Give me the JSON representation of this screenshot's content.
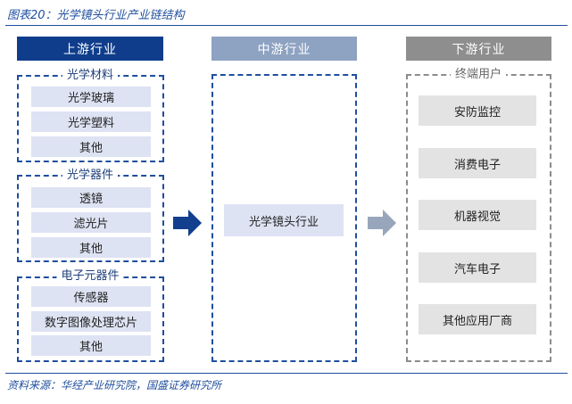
{
  "figure_title": "图表20：光学镜头行业产业链结构",
  "source": "资料来源：华经产业研究院，国盛证券研究所",
  "columns": {
    "upstream": "上游行业",
    "midstream": "中游行业",
    "downstream": "下游行业"
  },
  "upstream_groups": [
    {
      "title": "光学材料",
      "items": [
        "光学玻璃",
        "光学塑料",
        "其他"
      ]
    },
    {
      "title": "光学器件",
      "items": [
        "透镜",
        "滤光片",
        "其他"
      ]
    },
    {
      "title": "电子元器件",
      "items": [
        "传感器",
        "数字图像处理芯片",
        "其他"
      ]
    }
  ],
  "midstream_item": "光学镜头行业",
  "downstream": {
    "title": "终端用户",
    "items": [
      "安防监控",
      "消费电子",
      "机器视觉",
      "汽车电子",
      "其他应用厂商"
    ]
  },
  "colors": {
    "upstream": "#0f3d8c",
    "midstream": "#8ea2c2",
    "downstream": "#8e8e8e",
    "arrow_blue": "#123f8e",
    "arrow_grey": "#98a6bb"
  }
}
